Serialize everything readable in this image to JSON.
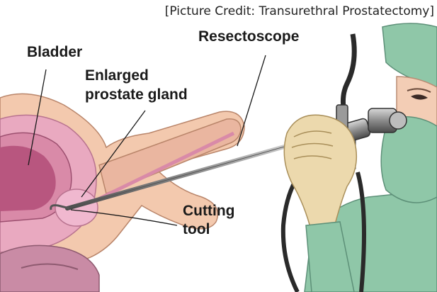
{
  "credit": "[Picture Credit: Transurethral Prostatectomy]",
  "labels": {
    "bladder": "Bladder",
    "prostate_line1": "Enlarged",
    "prostate_line2": "prostate gland",
    "resectoscope": "Resectoscope",
    "cutting_line1": "Cutting",
    "cutting_line2": "tool"
  },
  "colors": {
    "skin": "#f3c9ae",
    "tissue_pink": "#e9a9c0",
    "bladder_wall": "#d98aa8",
    "bladder_cavity": "#b8567f",
    "prostate": "#f0b8cf",
    "scrubs": "#8fc7a8",
    "glove": "#ecd9ad",
    "metal": "#8c8c8c"
  }
}
